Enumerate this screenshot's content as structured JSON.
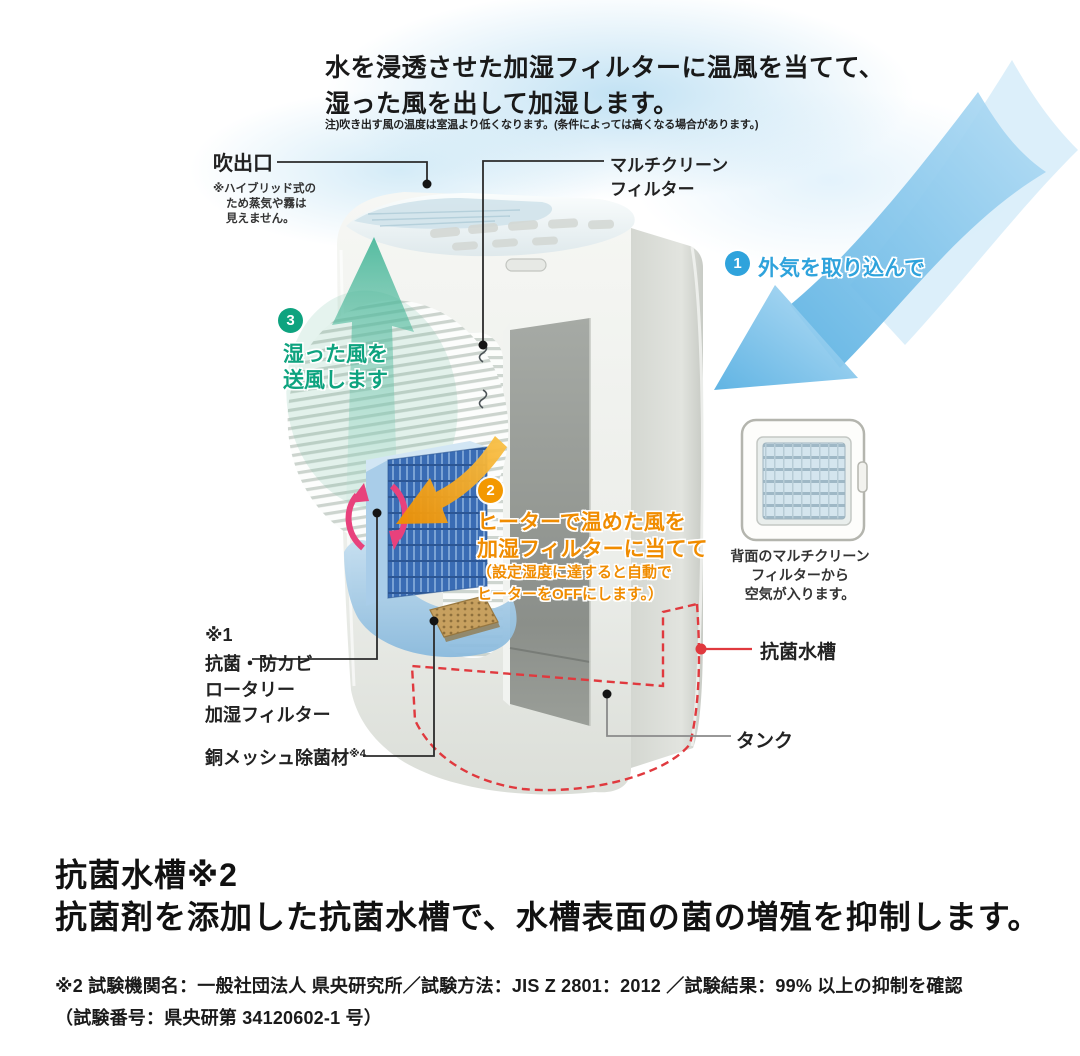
{
  "header": {
    "line1": "水を浸透させた加湿フィルターに温風を当てて、",
    "line2": "湿った風を出して加湿します。",
    "note": "注)吹き出す風の温度は室温より低くなります。(条件によっては高くなる場合があります。)"
  },
  "steps": {
    "step1": {
      "number": "1",
      "label": "外気を取り込んで"
    },
    "step2": {
      "number": "2",
      "line1": "ヒーターで温めた風を",
      "line2": "加湿フィルターに当てて",
      "sub1": "（設定湿度に達すると自動で",
      "sub2": "ヒーターをOFFにします。）"
    },
    "step3": {
      "number": "3",
      "line1": "湿った風を",
      "line2": "送風します"
    }
  },
  "labels": {
    "outlet": "吹出口",
    "outlet_note": [
      "※ハイブリッド式の",
      "ため蒸気や霧は",
      "見えません。"
    ],
    "multiclean_filter": [
      "マルチクリーン",
      "フィルター"
    ],
    "rotary_filter": [
      "※1",
      "抗菌・防カビ",
      "ロータリー",
      "加湿フィルター"
    ],
    "copper_mesh": "銅メッシュ除菌材",
    "copper_mesh_note": "※4",
    "antibacterial_tank": "抗菌水槽",
    "tank": "タンク",
    "rear_filter_caption": [
      "背面のマルチクリーン",
      "フィルターから",
      "空気が入ります。"
    ]
  },
  "bottom": {
    "heading": "抗菌水槽※2",
    "body": "抗菌剤を添加した抗菌水槽で、水槽表面の菌の増殖を抑制します。",
    "footnote1": "※2 試験機関名：一般社団法人 県央研究所／試験方法：JIS Z 2801：2012 ／試験結果：99% 以上の抑制を確認",
    "footnote2": "（試験番号：県央研第 34120602-1 号）"
  },
  "colors": {
    "step1_blue": "#2fa3dc",
    "step2_orange": "#f39800",
    "step3_green": "#0ea37f",
    "warning_red": "#e0393e",
    "filter_blue": "#3a6cb4",
    "device_gray": "#e7e9e4"
  }
}
